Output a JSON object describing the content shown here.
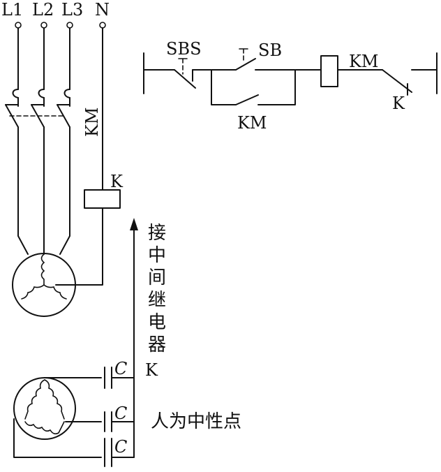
{
  "terminals": [
    "L1",
    "L2",
    "L3",
    "N"
  ],
  "labels": {
    "km_vertical": "KM",
    "k_coil": "K",
    "sbs": "SBS",
    "sb": "SB",
    "km_hold": "KM",
    "km_coil": "KM",
    "k_contact": "K",
    "k_cap": "K",
    "cap": "C",
    "relay_note": "接中间继电器",
    "neutral_note": "人为中性点"
  }
}
